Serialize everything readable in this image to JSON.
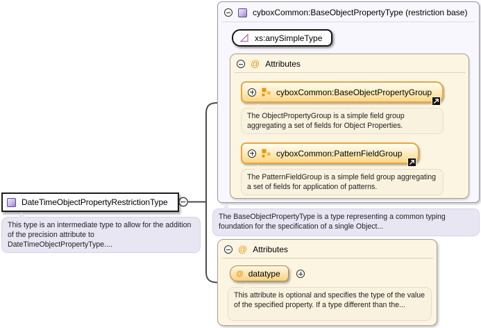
{
  "glyphs": {
    "at": "@"
  },
  "left": {
    "title": "DateTimeObjectPropertyRestrictionType",
    "doc": "This type is an intermediate type to allow for the addition of the precision attribute to DateTimeObjectPropertyType...."
  },
  "base": {
    "title": "cyboxCommon:BaseObjectPropertyType (restriction base)",
    "simple_type": "xs:anySimpleType",
    "attributes_label": "Attributes",
    "groups": [
      {
        "name": "cyboxCommon:BaseObjectPropertyGroup",
        "doc": "The ObjectPropertyGroup is a simple field group aggregating a set of fields for Object Properties."
      },
      {
        "name": "cyboxCommon:PatternFieldGroup",
        "doc": "The PatternFieldGroup is a simple field group aggregating a set of fields for application of patterns."
      }
    ],
    "doc": "The BaseObjectPropertyType is a type representing a common typing foundation for the specification of a single Object..."
  },
  "attributes": {
    "label": "Attributes",
    "items": [
      {
        "name": "datatype",
        "doc": "This attribute is optional and specifies the type of the value of the specified property. If a type different than the..."
      }
    ]
  },
  "colors": {
    "cream_panel": "#fcf5e2",
    "lavender_panel": "#f8f7fd",
    "purple_tooltip": "#e8e6f3",
    "cream_tooltip": "#f9f2df",
    "group_border_orange": "#eaa53c",
    "at_orange": "#e8940a",
    "type_icon_purple": "#9d83c9",
    "connector_gray": "#4a4a4a"
  }
}
